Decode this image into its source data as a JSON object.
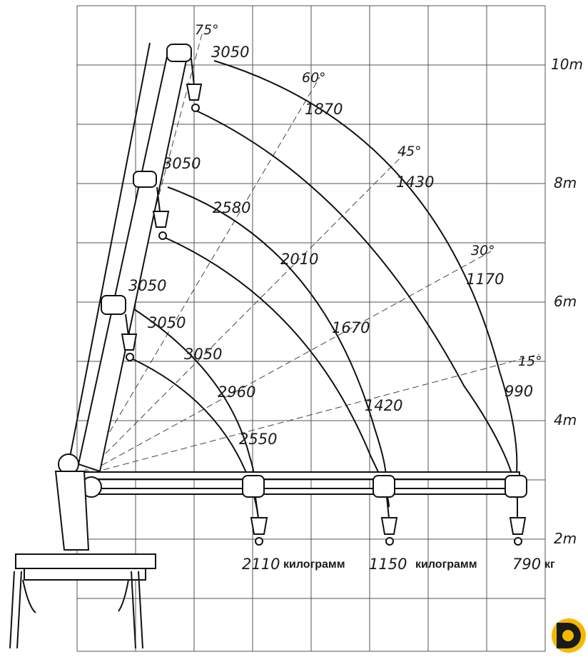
{
  "y_axis_labels": [
    {
      "text": "10m",
      "value": 10
    },
    {
      "text": "8m",
      "value": 8
    },
    {
      "text": "6m",
      "value": 6
    },
    {
      "text": "4m",
      "value": 4
    },
    {
      "text": "2m",
      "value": 2
    }
  ],
  "angles": [
    "75°",
    "60°",
    "45°",
    "30°",
    "15°"
  ],
  "loads": {
    "tip_75": "3050",
    "mid_tip_75": "3050",
    "low_tip_75": "3050",
    "extended": [
      "3050",
      "3050",
      "2960",
      "2550"
    ],
    "mid": [
      "2580",
      "2010",
      "1670",
      "1420"
    ],
    "long": [
      "1870",
      "1430",
      "1170",
      "990"
    ]
  },
  "horizontal_loads": {
    "short_value": "2110",
    "short_unit": "килограмм",
    "mid_value": "1150",
    "mid_unit": "килограмм",
    "long_value": "790",
    "long_unit": "кг"
  },
  "colors": {
    "line": "#111111",
    "grid": "#555555",
    "logo_yellow": "#f5b800",
    "logo_dark": "#1a1a1a"
  },
  "logo_icon": "brand-logo-icon"
}
